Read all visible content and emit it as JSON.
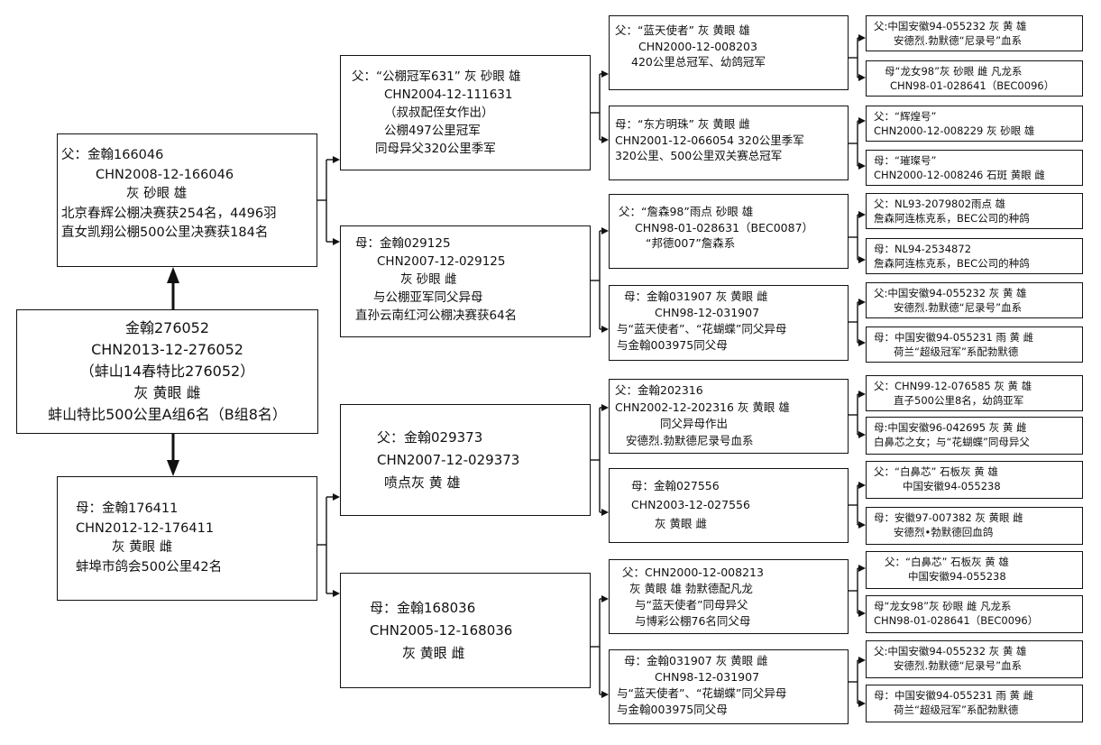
{
  "pedigree": {
    "subject": {
      "lines": [
        "金翰276052",
        "CHN2013-12-276052",
        "（蚌山14春特比276052）",
        "灰 黄眼 雌",
        "蚌山特比500公里A组6名（B组8名）"
      ]
    },
    "sire": {
      "lines": [
        "父：金翰166046",
        "CHN2008-12-166046",
        "灰 砂眼 雄",
        "北京春辉公棚决赛获254名，4496羽",
        "直女凯翔公棚500公里决赛获184名"
      ]
    },
    "dam": {
      "lines": [
        "母：金翰176411",
        "CHN2012-12-176411",
        "灰 黄眼 雌",
        "蚌埠市鸽会500公里42名"
      ]
    },
    "sire_sire": {
      "lines": [
        "父：“公棚冠军631” 灰 砂眼 雄",
        "CHN2004-12-111631",
        "（叔叔配侄女作出）",
        "公棚497公里冠军",
        "同母异父320公里季军"
      ]
    },
    "sire_dam": {
      "lines": [
        "母：金翰029125",
        "CHN2007-12-029125",
        "灰 砂眼 雌",
        "与公棚亚军同父异母",
        "直孙云南红河公棚决赛获64名"
      ]
    },
    "dam_sire": {
      "lines": [
        "父：金翰029373",
        "CHN2007-12-029373",
        "喷点灰 黄 雄"
      ]
    },
    "dam_dam": {
      "lines": [
        "母：金翰168036",
        "CHN2005-12-168036",
        "灰 黄眼 雌"
      ]
    },
    "ss_sire": {
      "lines": [
        "父：“蓝天使者” 灰 黄眼 雄",
        "CHN2000-12-008203",
        "420公里总冠军、幼鸽冠军"
      ]
    },
    "ss_dam": {
      "lines": [
        "母：“东方明珠” 灰 黄眼 雌",
        "CHN2001-12-066054 320公里季军",
        "320公里、500公里双关赛总冠军"
      ]
    },
    "sd_sire": {
      "lines": [
        "父：“詹森98”雨点 砂眼 雄",
        "CHN98-01-028631（BEC0087）",
        "“邦德007”詹森系"
      ]
    },
    "sd_dam": {
      "lines": [
        "母：金翰031907  灰 黄眼 雌",
        "CHN98-12-031907",
        "与“蓝天使者”、“花蝴蝶”同父异母",
        "与金翰003975同父母"
      ]
    },
    "ds_sire": {
      "lines": [
        "父：金翰202316",
        "CHN2002-12-202316 灰 黄眼 雄",
        "同父异母作出",
        "安德烈.勃默德尼录号血系"
      ]
    },
    "ds_dam": {
      "lines": [
        "母：金翰027556",
        "CHN2003-12-027556",
        "灰 黄眼 雌"
      ]
    },
    "dd_sire": {
      "lines": [
        "父：CHN2000-12-008213",
        "灰 黄眼 雄  勃默德配凡龙",
        "与“蓝天使者”同母异父",
        "与博彩公棚76名同父母"
      ]
    },
    "dd_dam": {
      "lines": [
        "母：金翰031907  灰 黄眼 雌",
        "CHN98-12-031907",
        "与“蓝天使者”、“花蝴蝶”同父异母",
        "与金翰003975同父母"
      ]
    },
    "g4": [
      {
        "lines": [
          "父:中国安徽94-055232 灰 黄 雄",
          "安德烈.勃默德“尼录号”血系"
        ]
      },
      {
        "lines": [
          "母“龙女98”灰 砂眼 雌 凡龙系",
          "CHN98-01-028641（BEC0096）"
        ]
      },
      {
        "lines": [
          "父：“辉煌号”",
          "CHN2000-12-008229 灰 砂眼 雄"
        ]
      },
      {
        "lines": [
          "母：“璀璨号”",
          "CHN2000-12-008246 石斑 黄眼 雌"
        ]
      },
      {
        "lines": [
          "父：NL93-2079802雨点 雄",
          "詹森阿连栋克系，BEC公司的种鸽"
        ]
      },
      {
        "lines": [
          "母：NL94-2534872",
          "詹森阿连栋克系，BEC公司的种鸽"
        ]
      },
      {
        "lines": [
          "父:中国安徽94-055232 灰 黄 雄",
          "安德烈.勃默德“尼录号”血系"
        ]
      },
      {
        "lines": [
          "母：中国安徽94-055231 雨 黄 雌",
          "荷兰“超级冠军”系配勃默德"
        ]
      },
      {
        "lines": [
          "父：CHN99-12-076585 灰 黄 雄",
          "直子500公里8名，幼鸽亚军"
        ]
      },
      {
        "lines": [
          "母:中国安徽96-042695 灰 黄 雌",
          "白鼻芯之女；与“花蝴蝶”同母异父"
        ]
      },
      {
        "lines": [
          "父：“白鼻芯” 石板灰 黄 雄",
          "中国安徽94-055238"
        ]
      },
      {
        "lines": [
          "母：安徽97-007382 灰 黄眼 雌",
          "安德烈•勃默德回血鸽"
        ]
      },
      {
        "lines": [
          "父：“白鼻芯” 石板灰 黄 雄",
          "中国安徽94-055238"
        ]
      },
      {
        "lines": [
          "母“龙女98”灰 砂眼 雌 凡龙系",
          "CHN98-01-028641（BEC0096）"
        ]
      },
      {
        "lines": [
          "父:中国安徽94-055232 灰 黄 雄",
          "安德烈.勃默德“尼录号”血系"
        ]
      },
      {
        "lines": [
          "母：中国安徽94-055231 雨 黄 雌",
          "荷兰“超级冠军”系配勃默德"
        ]
      }
    ]
  }
}
